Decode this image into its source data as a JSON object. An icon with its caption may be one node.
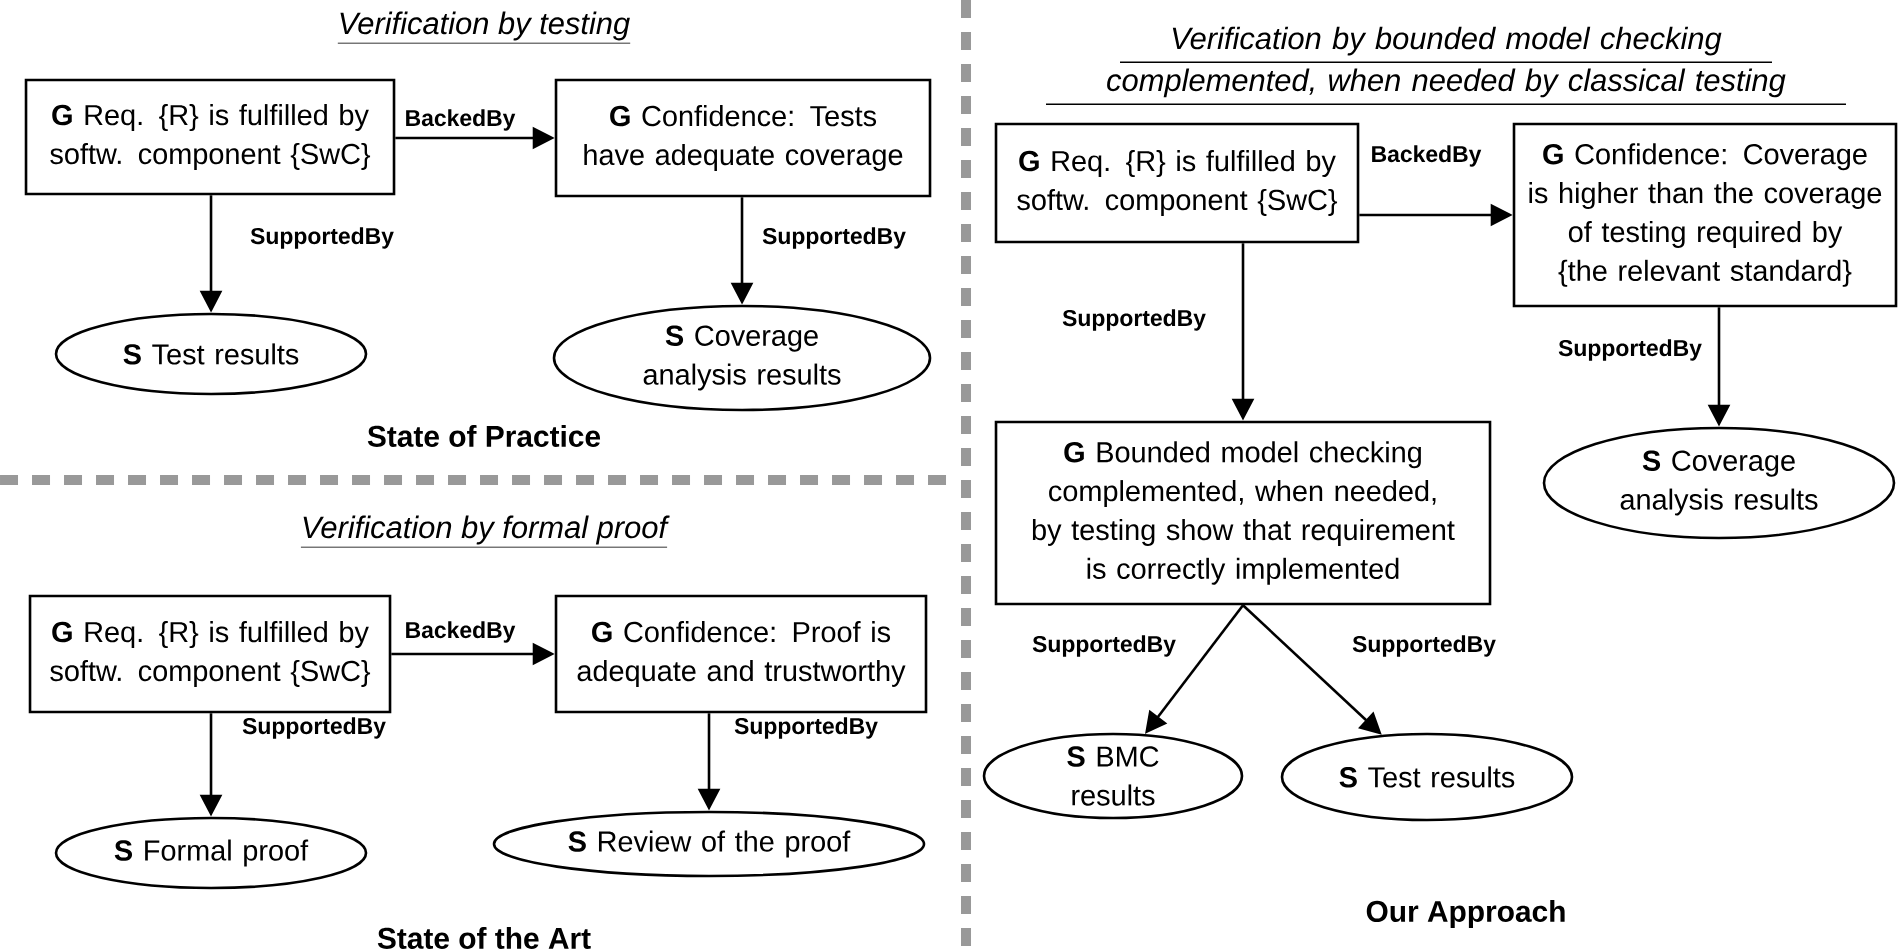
{
  "diagram": {
    "nodes": [
      {
        "text": [
          "G",
          "Req. {R} is fulfilled by softw. component {SwC}"
        ]
      },
      {
        "text": [
          "G",
          "Confidence: Tests have adequate coverage"
        ]
      },
      {
        "text": [
          "S",
          "Test results"
        ]
      },
      {
        "text": [
          "S",
          "Coverage analysis results"
        ]
      },
      {
        "text": [
          "G",
          "Req. {R} is fulfilled by softw. component {SwC}"
        ]
      },
      {
        "text": [
          "G",
          "Confidence: Proof is adequate and trustworthy"
        ]
      },
      {
        "text": [
          "S",
          "Formal proof"
        ]
      },
      {
        "text": [
          "S",
          "Review of the proof"
        ]
      },
      {
        "text": [
          "G",
          "Req. {R} is fulfilled by softw. component {SwC}"
        ]
      },
      {
        "text": [
          "G",
          "Confidence: Coverage is higher than the coverage of testing required by {the relevant standard}"
        ]
      },
      {
        "text": [
          "G",
          "Bounded model checking complemented, when needed, by testing show that requirement is correctly implemented"
        ]
      },
      {
        "text": [
          "S",
          "Coverage analysis results"
        ]
      },
      {
        "text": [
          "S",
          "BMC results"
        ]
      },
      {
        "text": [
          "S",
          "Test results"
        ]
      }
    ],
    "edges": [
      {
        "from": 0,
        "to": 1,
        "arrow": "to",
        "label": "BackedBy"
      },
      {
        "from": 0,
        "to": 2,
        "arrow": "to",
        "label": "SupportedBy"
      },
      {
        "from": 1,
        "to": 3,
        "arrow": "to",
        "label": "SupportedBy"
      },
      {
        "from": 4,
        "to": 5,
        "arrow": "to",
        "label": "BackedBy"
      },
      {
        "from": 4,
        "to": 6,
        "arrow": "to",
        "label": "SupportedBy"
      },
      {
        "from": 5,
        "to": 7,
        "arrow": "to",
        "label": "SupportedBy"
      },
      {
        "from": 8,
        "to": 9,
        "arrow": "to",
        "label": "BackedBy"
      },
      {
        "from": 8,
        "to": 10,
        "arrow": "to",
        "label": "SupportedBy"
      },
      {
        "from": 9,
        "to": 11,
        "arrow": "to",
        "label": "SupportedBy"
      },
      {
        "from": 10,
        "to": 12,
        "arrow": "to",
        "label": "SupportedBy"
      },
      {
        "from": 10,
        "to": 13,
        "arrow": "to",
        "label": "SupportedBy"
      }
    ],
    "labels": [
      "Verification by testing",
      "State of Practice",
      "Verification by formal proof",
      "State of the Art",
      "Verification by bounded model checking complemented, when needed by classical testing",
      "Our Approach"
    ]
  }
}
